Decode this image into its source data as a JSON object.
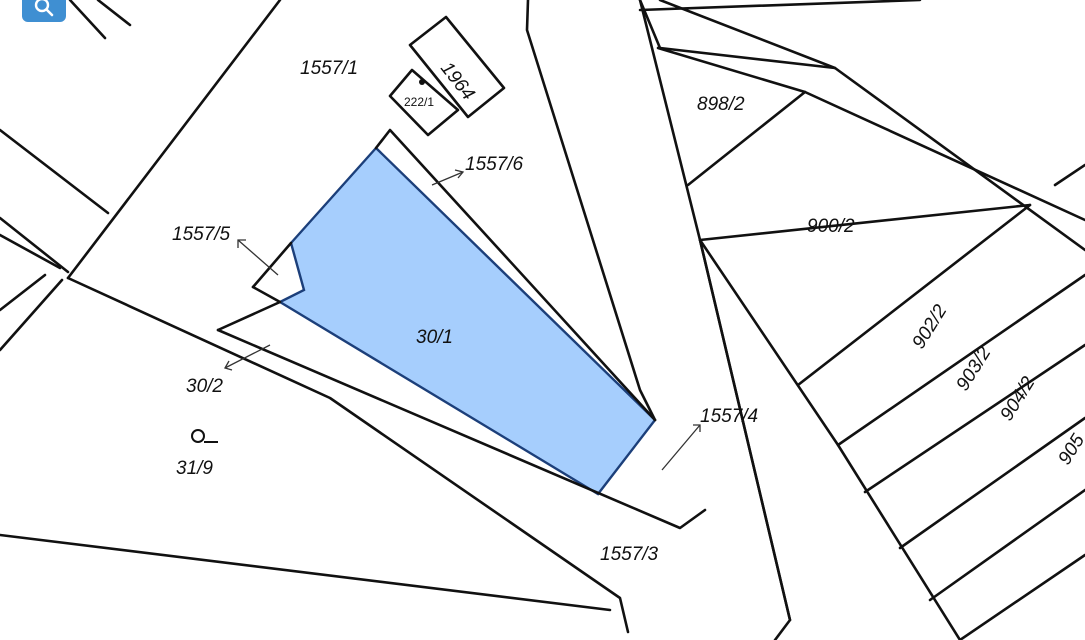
{
  "colors": {
    "highlight_fill": "#a6cefd",
    "highlight_stroke": "#1c3f7a",
    "line": "#111111",
    "search_button": "#3f8fd2"
  },
  "search": {
    "icon": "search-icon"
  },
  "parcels": {
    "p1557_1": "1557/1",
    "p1964": "1964",
    "p222_1": "222/1",
    "p898_2": "898/2",
    "p1557_6": "1557/6",
    "p1557_5": "1557/5",
    "p900_2": "900/2",
    "p30_1": "30/1",
    "p30_2": "30/2",
    "p902_2": "902/2",
    "p903_2": "903/2",
    "p904_2": "904/2",
    "p905": "905",
    "p1557_4": "1557/4",
    "p31_9": "31/9",
    "p1557_3": "1557/3"
  },
  "selected_parcel": "30/1"
}
